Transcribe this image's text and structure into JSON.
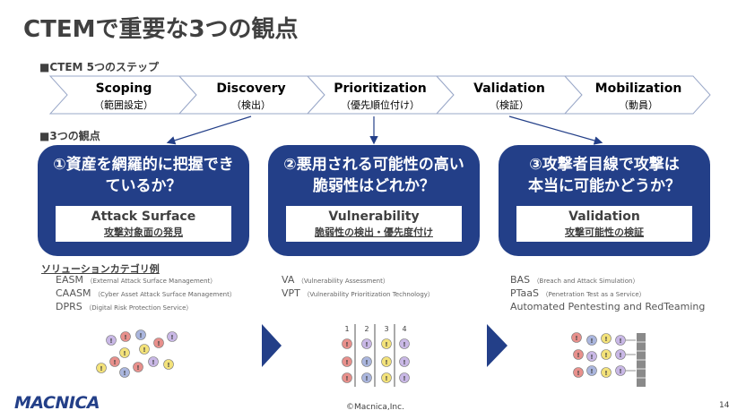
{
  "title": "CTEMで重要な3つの観点",
  "steps_heading": "■CTEM 5つのステップ",
  "steps": [
    {
      "name": "Scoping",
      "sub": "（範囲設定）"
    },
    {
      "name": "Discovery",
      "sub": "（検出）"
    },
    {
      "name": "Prioritization",
      "sub": "（優先順位付け）"
    },
    {
      "name": "Validation",
      "sub": "（検証）"
    },
    {
      "name": "Mobilization",
      "sub": "（動員）"
    }
  ],
  "perspectives_heading": "■3つの観点",
  "perspectives": [
    {
      "q1": "①資産を網羅的に把握でき",
      "q2": "ているか？",
      "en": "Attack Surface",
      "jp": "攻撃対象面の発見"
    },
    {
      "q1": "②悪用される可能性の高い",
      "q2": "脆弱性はどれか？",
      "en": "Vulnerability",
      "jp": "脆弱性の検出・優先度付け"
    },
    {
      "q1": "③攻撃者目線で攻撃は",
      "q2": "本当に可能かどうか？",
      "en": "Validation",
      "jp": "攻撃可能性の検証"
    }
  ],
  "solutions_heading": "ソリューションカテゴリ例",
  "solutions": [
    [
      {
        "abbr": "EASM",
        "desc": "（External Attack Surface Management）"
      },
      {
        "abbr": "CAASM",
        "desc": "（Cyber Asset Attack Surface Management）"
      },
      {
        "abbr": "DPRS",
        "desc": "（Digital Risk Protection Service）"
      }
    ],
    [
      {
        "abbr": "VA",
        "desc": "（Vulnerability Assessment）"
      },
      {
        "abbr": "VPT",
        "desc": "（Vulnerability Prioritization Technology）"
      }
    ],
    [
      {
        "abbr": "BAS",
        "desc": "（Breach and Attack Simulation）"
      },
      {
        "abbr": "PTaaS",
        "desc": "（Penetration Test as a Service）"
      },
      {
        "abbr": "Automated Pentesting and RedTeaming",
        "desc": ""
      }
    ]
  ],
  "column_numbers": [
    "1",
    "2",
    "3",
    "4"
  ],
  "dot_symbol": "!",
  "logo": "MACNICA",
  "copyright": "©Macnica,Inc.",
  "page_number": "14",
  "colors": {
    "navy": "#233f88",
    "dot_red": "#e8908c",
    "dot_purple": "#c9b8e6",
    "dot_yellow": "#f3e27a",
    "dot_blue": "#aab6de"
  },
  "icons": [
    "chevron-step-shape",
    "arrow-down",
    "exclamation-dot",
    "chevron-right-large",
    "wall-icon"
  ]
}
